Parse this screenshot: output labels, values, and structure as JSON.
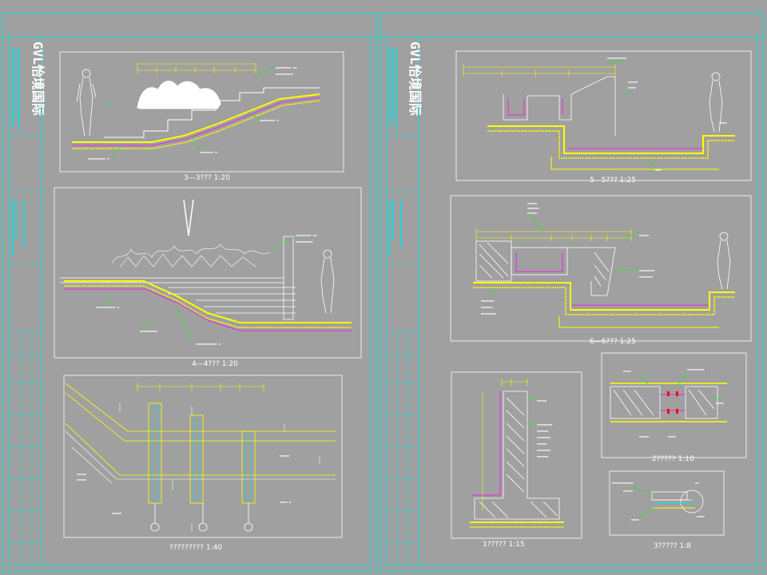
{
  "colors": {
    "background": "#a0a0a0",
    "border": "#00e5e5",
    "dimension": "#ffff00",
    "annotation": "#ffffff",
    "leader": "#00ff00",
    "water": "#ff00ff",
    "structure": "#ffffff"
  },
  "sheets": [
    {
      "id": "left",
      "logo": "GVL怡境国际"
    },
    {
      "id": "right",
      "logo": "GVL怡境国际"
    }
  ],
  "captions": {
    "section_33": "3—3???  1:20",
    "section_44": "4—4???  1:20",
    "plan": "?????????  1:40",
    "section_55": "5—5???  1:25",
    "section_66": "6—6???  1:25",
    "detail_1": "1????? 1:15",
    "detail_2": "2????? 1:10",
    "detail_3": "3?????  1:8"
  }
}
